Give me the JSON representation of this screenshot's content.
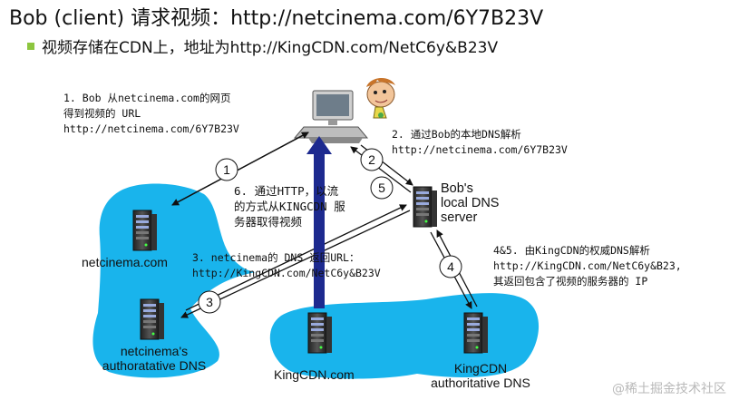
{
  "title": "Bob (client) 请求视频：http://netcinema.com/6Y7B23V",
  "bullet": "视频存储在CDN上，地址为http://KingCDN.com/NetC6y&B23V",
  "notes": {
    "n1_l1": "1. Bob 从netcinema.com的网页",
    "n1_l2": "得到视频的 URL",
    "n1_l3": "http://netcinema.com/6Y7B23V",
    "n2_l1": "2. 通过Bob的本地DNS解析",
    "n2_l2": "http://netcinema.com/6Y7B23V",
    "n6_l1": "6. 通过HTTP，以流",
    "n6_l2": "的方式从KINGCDN 服",
    "n6_l3": "务器取得视频",
    "n3_l1": "3. netcinema的 DNS 返回URL：",
    "n3_l2": "http://KingCDN.com/NetC6y&B23V",
    "n45_l1": "4&5. 由KingCDN的权威DNS解析",
    "n45_l2": "http://KingCDN.com/NetC6y&B23,",
    "n45_l3": "其返回包含了视频的服务器的 IP"
  },
  "nodes": {
    "local_dns_l1": "Bob's",
    "local_dns_l2": "local DNS",
    "local_dns_l3": "server",
    "netcinema": "netcinema.com",
    "netcinema_dns_l1": "netcinema's",
    "netcinema_dns_l2": "authoratative DNS",
    "kingcdn": "KingCDN.com",
    "kingcdn_dns_l1": "KingCDN",
    "kingcdn_dns_l2": "authoritative DNS"
  },
  "steps": [
    "1",
    "2",
    "3",
    "4",
    "5"
  ],
  "watermark": "@稀土掘金技术社区",
  "colors": {
    "cloud": "#19b4ec",
    "stream_arrow": "#1d2a8f",
    "bullet": "#8dc63f",
    "text": "#111111"
  },
  "icons": [
    "desktop-computer-icon",
    "bob-character-icon",
    "server-icon"
  ]
}
